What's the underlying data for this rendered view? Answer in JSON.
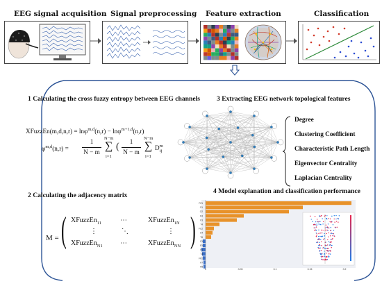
{
  "stages": [
    {
      "id": "acquisition",
      "title": "EEG signal acquisition"
    },
    {
      "id": "preprocessing",
      "title": "Signal preprocessing"
    },
    {
      "id": "features",
      "title": "Feature extraction"
    },
    {
      "id": "classification",
      "title": "Classification"
    }
  ],
  "steps": {
    "step1": "1 Calculating the cross fuzzy entropy between EEG channels",
    "step2": "2 Calculating the adjacency matrix",
    "step3": "3 Extracting EEG network topological features",
    "step4": "4 Model explanation and classification performance"
  },
  "formulas": {
    "xfuzz_lhs": "XFuzzEn(m,d,n,r) = lnφ",
    "xfuzz_sup1": "m,d",
    "xfuzz_mid": "(n,r) − lnφ",
    "xfuzz_sup2": "m+1,d",
    "xfuzz_end": "(n,r)",
    "phi_lhs": "φ",
    "phi_sup": "m,d",
    "phi_args": "(n,r) =",
    "frac_num": "1",
    "frac_den": "N − m",
    "sum_top": "N−m",
    "sum_bottom": "i=1",
    "d_term": "D",
    "d_sup": "m",
    "d_sub": "ij",
    "matrix_lhs": "M =",
    "m11": "XFuzzEn",
    "m11_sub": "11",
    "m1n": "XFuzzEn",
    "m1n_sub": "1N",
    "mn1": "XFuzzEn",
    "mn1_sub": "N1",
    "mnn": "XFuzzEn",
    "mnn_sub": "NN",
    "hdots": "⋯",
    "vdots": "⋮",
    "ddots": "⋱"
  },
  "topological_features": [
    "Degree",
    "Clustering Coefficient",
    "Characteristic Path Length",
    "Eigenvector Centrality",
    "Laplacian Centrality"
  ],
  "colors": {
    "arrow": "#2e5597",
    "frame": "#2e5597",
    "bar": "#e8922a",
    "bar_neg": "#3a6ec6"
  }
}
